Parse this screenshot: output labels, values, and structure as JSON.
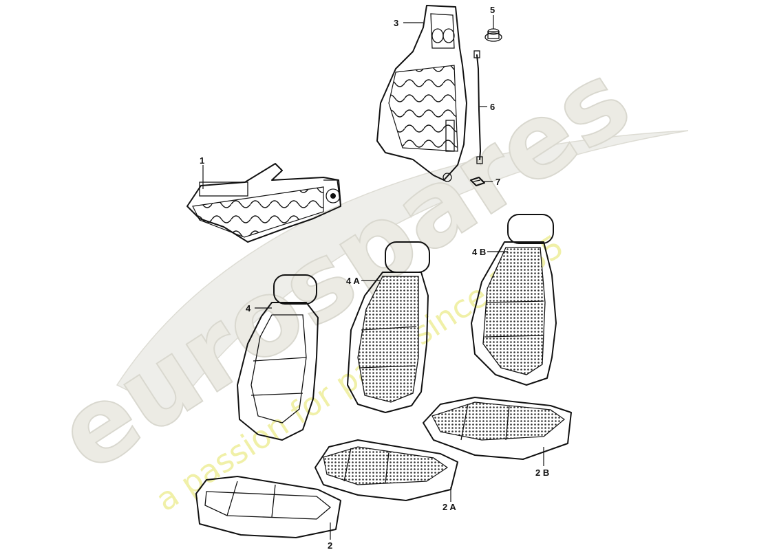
{
  "watermark": {
    "brand": "eurospares",
    "tagline": "a passion for parts since 1985",
    "swoosh_color": "#e6e6e0",
    "tagline_color": "#e8e87a"
  },
  "callouts": {
    "p1": "1",
    "p2": "2",
    "p2a": "2 A",
    "p2b": "2 B",
    "p3": "3",
    "p4": "4",
    "p4a": "4 A",
    "p4b": "4 B",
    "p5": "5",
    "p6": "6",
    "p7": "7"
  }
}
